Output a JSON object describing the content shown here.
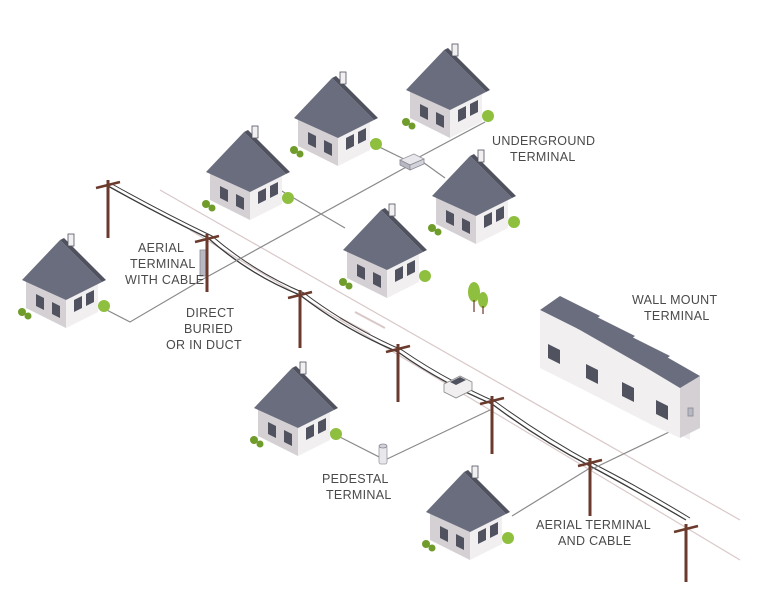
{
  "labels": {
    "underground_terminal": [
      "UNDERGROUND",
      "TERMINAL"
    ],
    "aerial_terminal_with_cable": [
      "AERIAL",
      "TERMINAL",
      "WITH CABLE"
    ],
    "direct_buried": [
      "DIRECT",
      "BURIED",
      "OR IN DUCT"
    ],
    "wall_mount_terminal": [
      "WALL MOUNT",
      "TERMINAL"
    ],
    "pedestal_terminal": [
      "PEDESTAL",
      "TERMINAL"
    ],
    "aerial_terminal_and_cable": [
      "AERIAL TERMINAL",
      "AND CABLE"
    ]
  },
  "colors": {
    "roof": "#6a6d7d",
    "roof_dark": "#50535f",
    "wall_light": "#f1eff0",
    "wall_shade": "#d4d0d4",
    "pole": "#6b3a2c",
    "cable": "#3a3a3a",
    "drop_line": "#8a8a8a",
    "road_line": "#d9c8c8",
    "shrub": "#8fbf3f",
    "shrub_dark": "#6f9c2a",
    "label_text": "#4a4a4a"
  }
}
